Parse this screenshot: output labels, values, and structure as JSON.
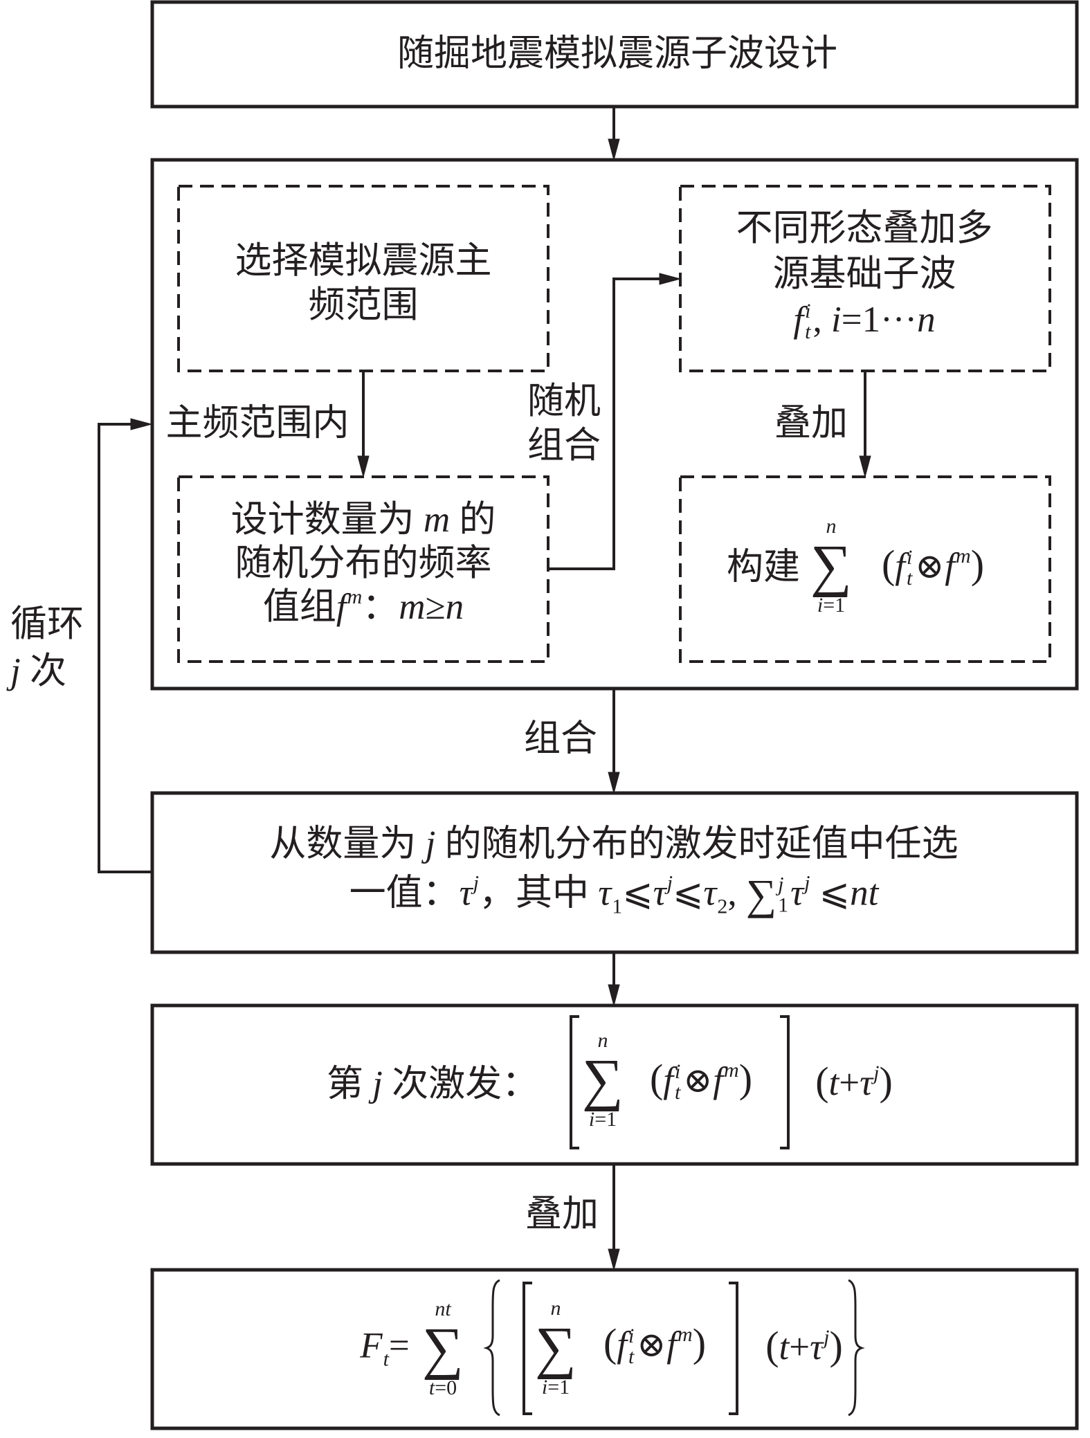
{
  "colors": {
    "ink": "#231f20",
    "background": "#ffffff"
  },
  "diagram": {
    "title": "随掘地震模拟震源子波设计",
    "select_main_freq": {
      "line1": "选择模拟震源主",
      "line2": "频范围"
    },
    "design_freq_group": {
      "line1_text": "设计数量为",
      "line1_var": "m",
      "line1_end": "的",
      "line2": "随机分布的频率",
      "line3_text": "值组",
      "f": "f",
      "f_sup": "m",
      "colon": "：",
      "cond_m": "m",
      "cond_ge": "≥",
      "cond_n": "n"
    },
    "base_wavelets": {
      "line1": "不同形态叠加多",
      "line2": "源基础子波",
      "f": "f",
      "f_sup": "i",
      "f_sub": "t",
      "sep": ", ",
      "i": "i",
      "eq": "=1···",
      "n": "n"
    },
    "construct_sum": {
      "label": "构建",
      "sigma": "∑",
      "upper": "n",
      "lower_var": "i",
      "lower_eq": "=1",
      "lparen": "(",
      "f1": "f",
      "f1_sup": "i",
      "f1_sub": "t",
      "otimes": "⊗",
      "f2": "f",
      "f2_sup": "m",
      "rparen": ")"
    },
    "select_delay": {
      "line1_a": "从数量为",
      "line1_var": "j",
      "line1_b": "的随机分布的激发时延值中任选",
      "line2_a": "一值：",
      "tau": "τ",
      "tau_sup": "j",
      "comma_cn": "，",
      "where": "其中 ",
      "tau1": "τ",
      "tau1_sub": "1",
      "le1": "⩽",
      "tau_mid": "τ",
      "tau_mid_sup": "j",
      "le2": "⩽",
      "tau2": "τ",
      "tau2_sub": "2",
      "comma": ", ",
      "sigma": "∑",
      "sigma_sup": "j",
      "sigma_sub": "1",
      "tau_sum": "τ",
      "tau_sum_sup": "j",
      "le3": " ⩽",
      "nt": "nt"
    },
    "jth_excitation": {
      "label_a": "第",
      "label_var": "j",
      "label_b": "次激发：",
      "sigma": "∑",
      "upper": "n",
      "lower_var": "i",
      "lower_eq": "=1",
      "lparen": "(",
      "f1": "f",
      "f1_sup": "i",
      "f1_sub": "t",
      "otimes": "⊗",
      "f2": "f",
      "f2_sup": "m",
      "rparen": ")",
      "shift_l": "(",
      "shift_t": "t",
      "shift_plus": "+",
      "shift_tau": "τ",
      "shift_sup": "j",
      "shift_r": ")"
    },
    "final_sum": {
      "F": "F",
      "F_sub": "t",
      "eq": "=",
      "outer_sigma": "∑",
      "outer_upper": "nt",
      "outer_lower_var": "t",
      "outer_lower_eq": "=0",
      "inner_sigma": "∑",
      "inner_upper": "n",
      "inner_lower_var": "i",
      "inner_lower_eq": "=1",
      "lparen": "(",
      "f1": "f",
      "f1_sup": "i",
      "f1_sub": "t",
      "otimes": "⊗",
      "f2": "f",
      "f2_sup": "m",
      "rparen": ")",
      "shift_l": "(",
      "shift_t": "t",
      "shift_plus": "+",
      "shift_tau": "τ",
      "shift_sup": "j",
      "shift_r": ")"
    },
    "edge_labels": {
      "within_main_freq": "主频范围内",
      "random_combine": [
        "随机",
        "组合"
      ],
      "superpose_top": "叠加",
      "loop_text": "循环",
      "loop_var": "j",
      "loop_suffix": "次",
      "combine": "组合",
      "superpose_bottom": "叠加"
    }
  }
}
